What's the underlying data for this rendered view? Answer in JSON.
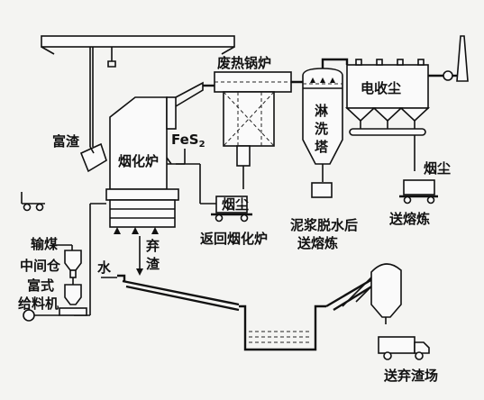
{
  "labels": {
    "waste_heat_boiler": "废热锅炉",
    "electrostatic_precipitator": "电收尘",
    "spray_tower": [
      "淋",
      "洗",
      "塔"
    ],
    "rich_slag": "富渣",
    "fes2": "FeS",
    "fes2_sub": "2",
    "fuming_furnace": "烟化炉",
    "dust_1": "烟尘",
    "dust_2": "烟尘",
    "return_to_furnace": "返回烟化炉",
    "slurry_line1": "泥浆脱水后",
    "slurry_line2": "送熔炼",
    "send_smelting": "送熔炼",
    "coal_feed": "输煤",
    "intermediate_bin": "中间仓",
    "feeder_line1": "富式",
    "feeder_line2": "给料机",
    "water": "水",
    "discard_slag_1": "弃",
    "discard_slag_2": "渣",
    "send_slag_yard": "送弃渣场"
  }
}
